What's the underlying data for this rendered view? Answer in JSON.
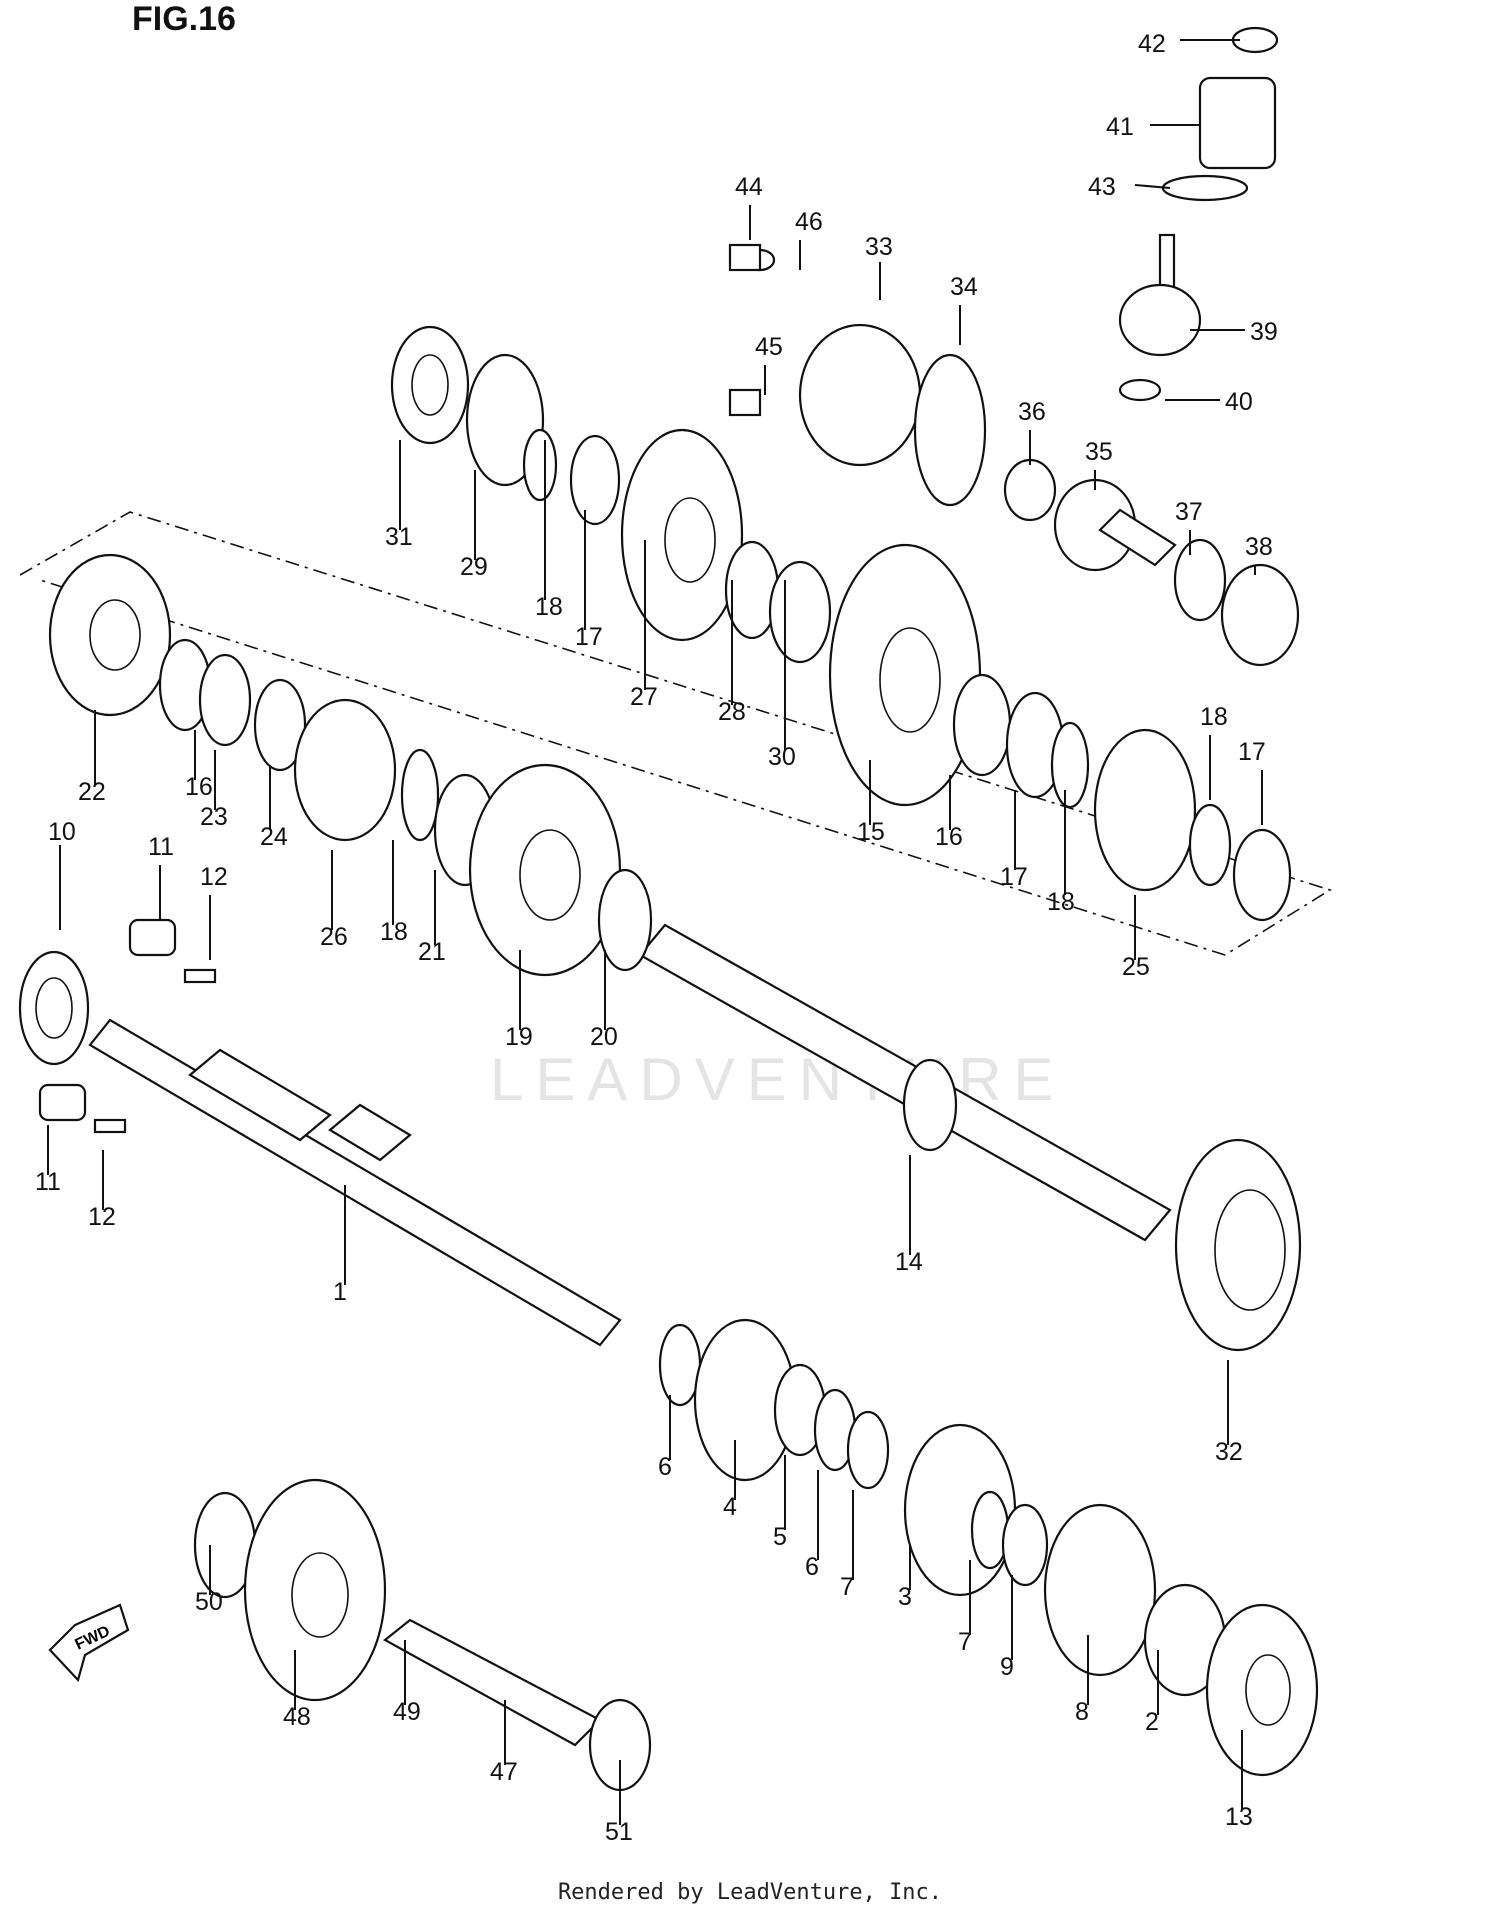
{
  "figure": {
    "title": "FIG.16"
  },
  "watermark": "LEADVENTURE",
  "fwd_label": "FWD",
  "footer": "Rendered by LeadVenture, Inc.",
  "callouts": [
    "42",
    "41",
    "43",
    "44",
    "46",
    "33",
    "34",
    "39",
    "45",
    "40",
    "36",
    "35",
    "31",
    "29",
    "37",
    "38",
    "18",
    "17",
    "27",
    "28",
    "30",
    "22",
    "16",
    "23",
    "24",
    "15",
    "16",
    "17",
    "18",
    "18",
    "17",
    "10",
    "11",
    "12",
    "26",
    "18",
    "21",
    "25",
    "19",
    "20",
    "11",
    "12",
    "1",
    "14",
    "32",
    "6",
    "4",
    "5",
    "6",
    "7",
    "3",
    "7",
    "9",
    "8",
    "2",
    "13",
    "50",
    "48",
    "49",
    "47",
    "51"
  ]
}
